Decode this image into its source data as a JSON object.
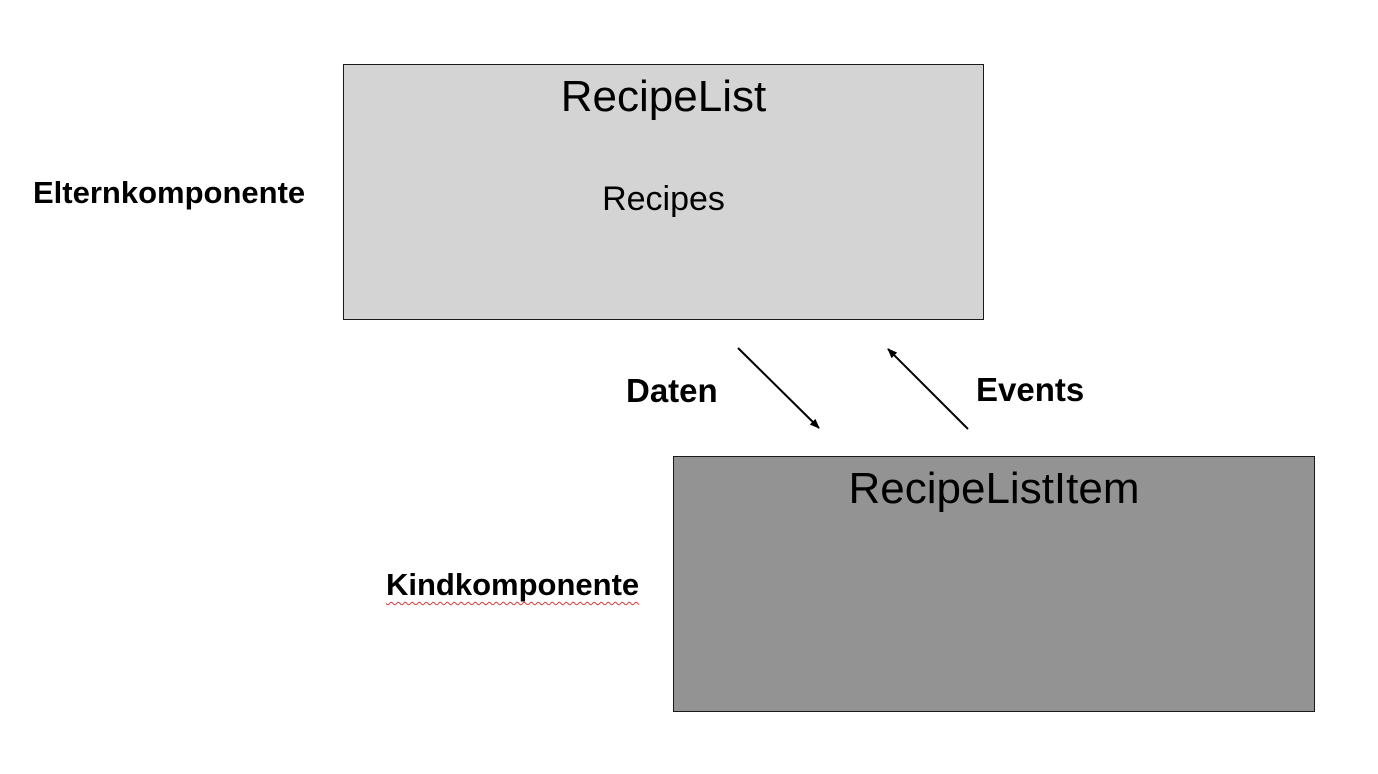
{
  "colors": {
    "parent_fill": "#d4d4d4",
    "child_fill": "#939393",
    "border": "#1a1a1a",
    "arrow": "#000000",
    "spellcheck_underline": "#d23a3a"
  },
  "parent": {
    "title": "RecipeList",
    "content": "Recipes",
    "role_label": "Elternkomponente"
  },
  "child": {
    "title": "RecipeListItem",
    "role_label": "Kindkomponente"
  },
  "flows": {
    "down_label": "Daten",
    "up_label": "Events"
  }
}
